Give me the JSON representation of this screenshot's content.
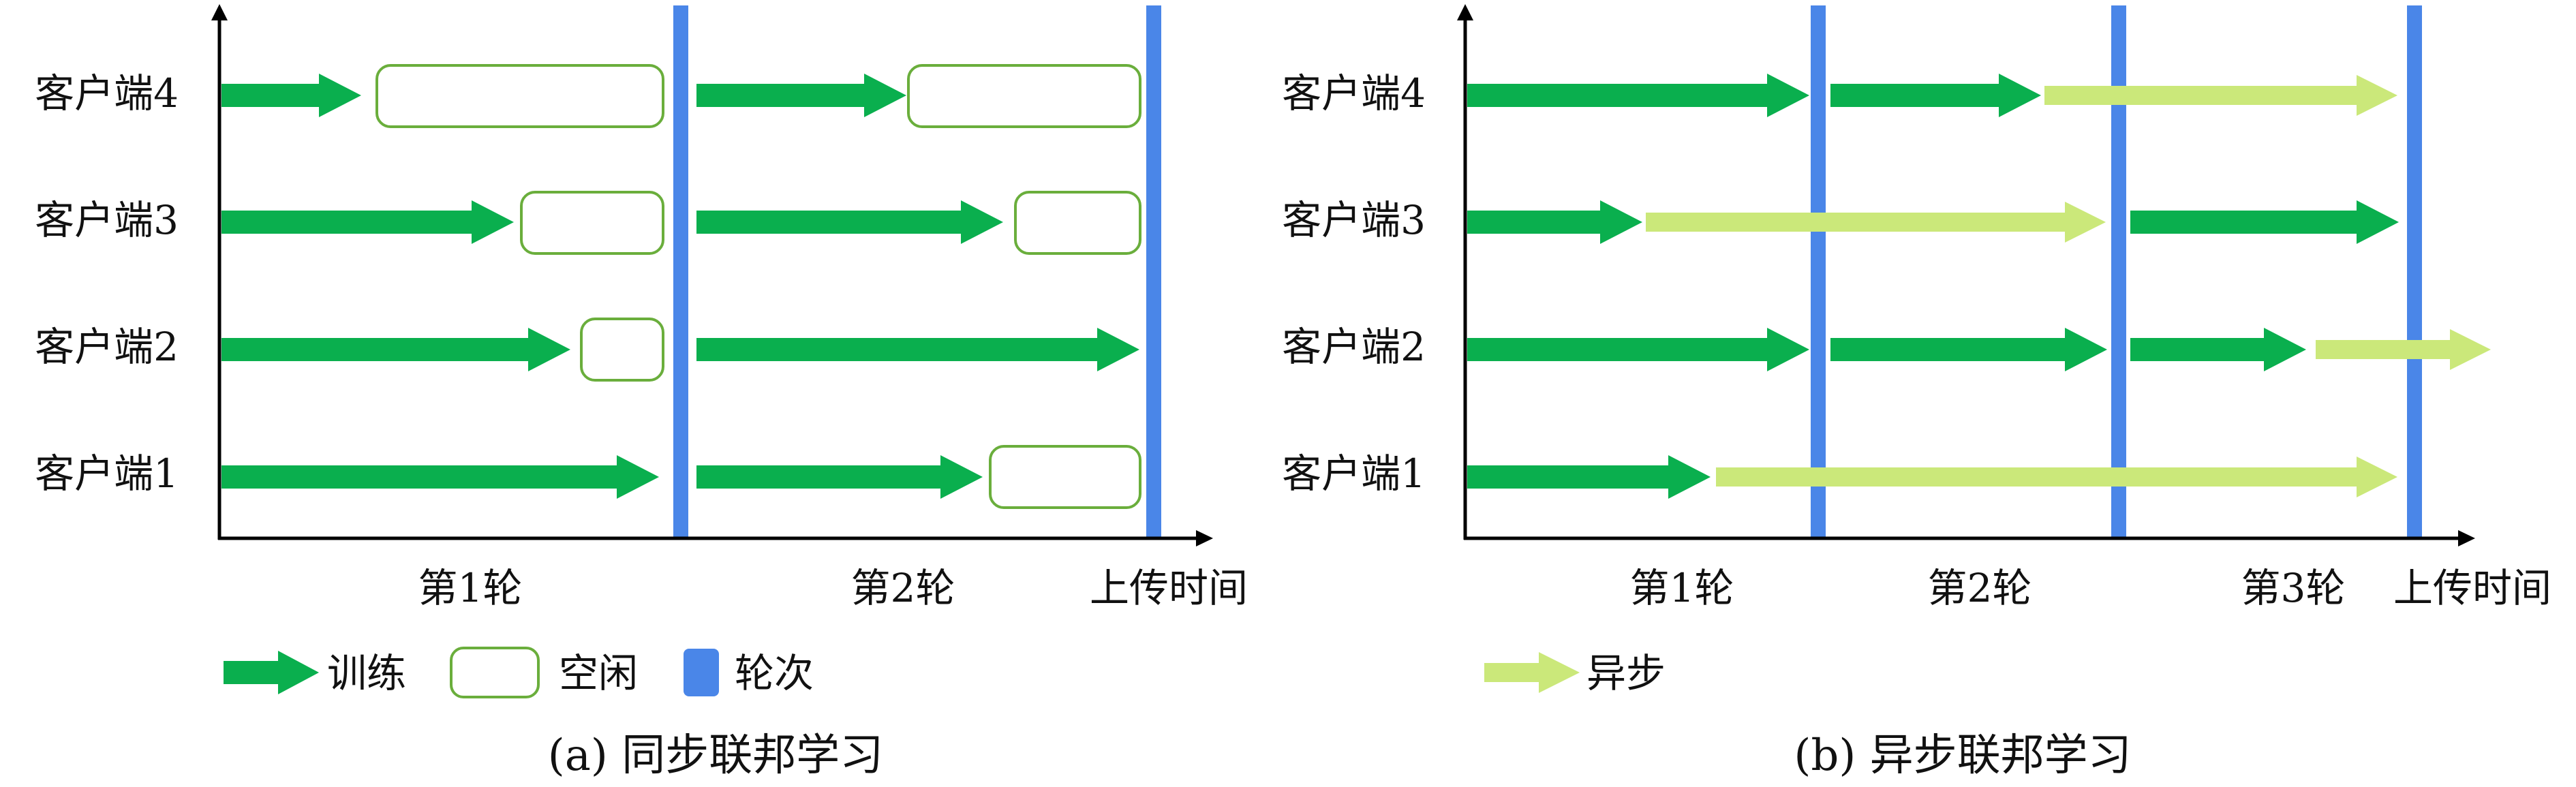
{
  "colors": {
    "train": "#0aaf4e",
    "async": "#cbe87a",
    "idle_border": "#6aae3c",
    "round": "#4a86e8",
    "axis": "#000000"
  },
  "panel_a": {
    "caption": "(a) 同步联邦学习",
    "clients": [
      "客户端4",
      "客户端3",
      "客户端2",
      "客户端1"
    ],
    "rounds": [
      "第1轮",
      "第2轮"
    ],
    "x_axis_label": "上传时间",
    "legend": {
      "train": "训练",
      "idle": "空闲",
      "round": "轮次"
    }
  },
  "panel_b": {
    "caption": "(b) 异步联邦学习",
    "clients": [
      "客户端4",
      "客户端3",
      "客户端2",
      "客户端1"
    ],
    "rounds": [
      "第1轮",
      "第2轮",
      "第3轮"
    ],
    "x_axis_label": "上传时间",
    "legend": {
      "async": "异步"
    }
  }
}
